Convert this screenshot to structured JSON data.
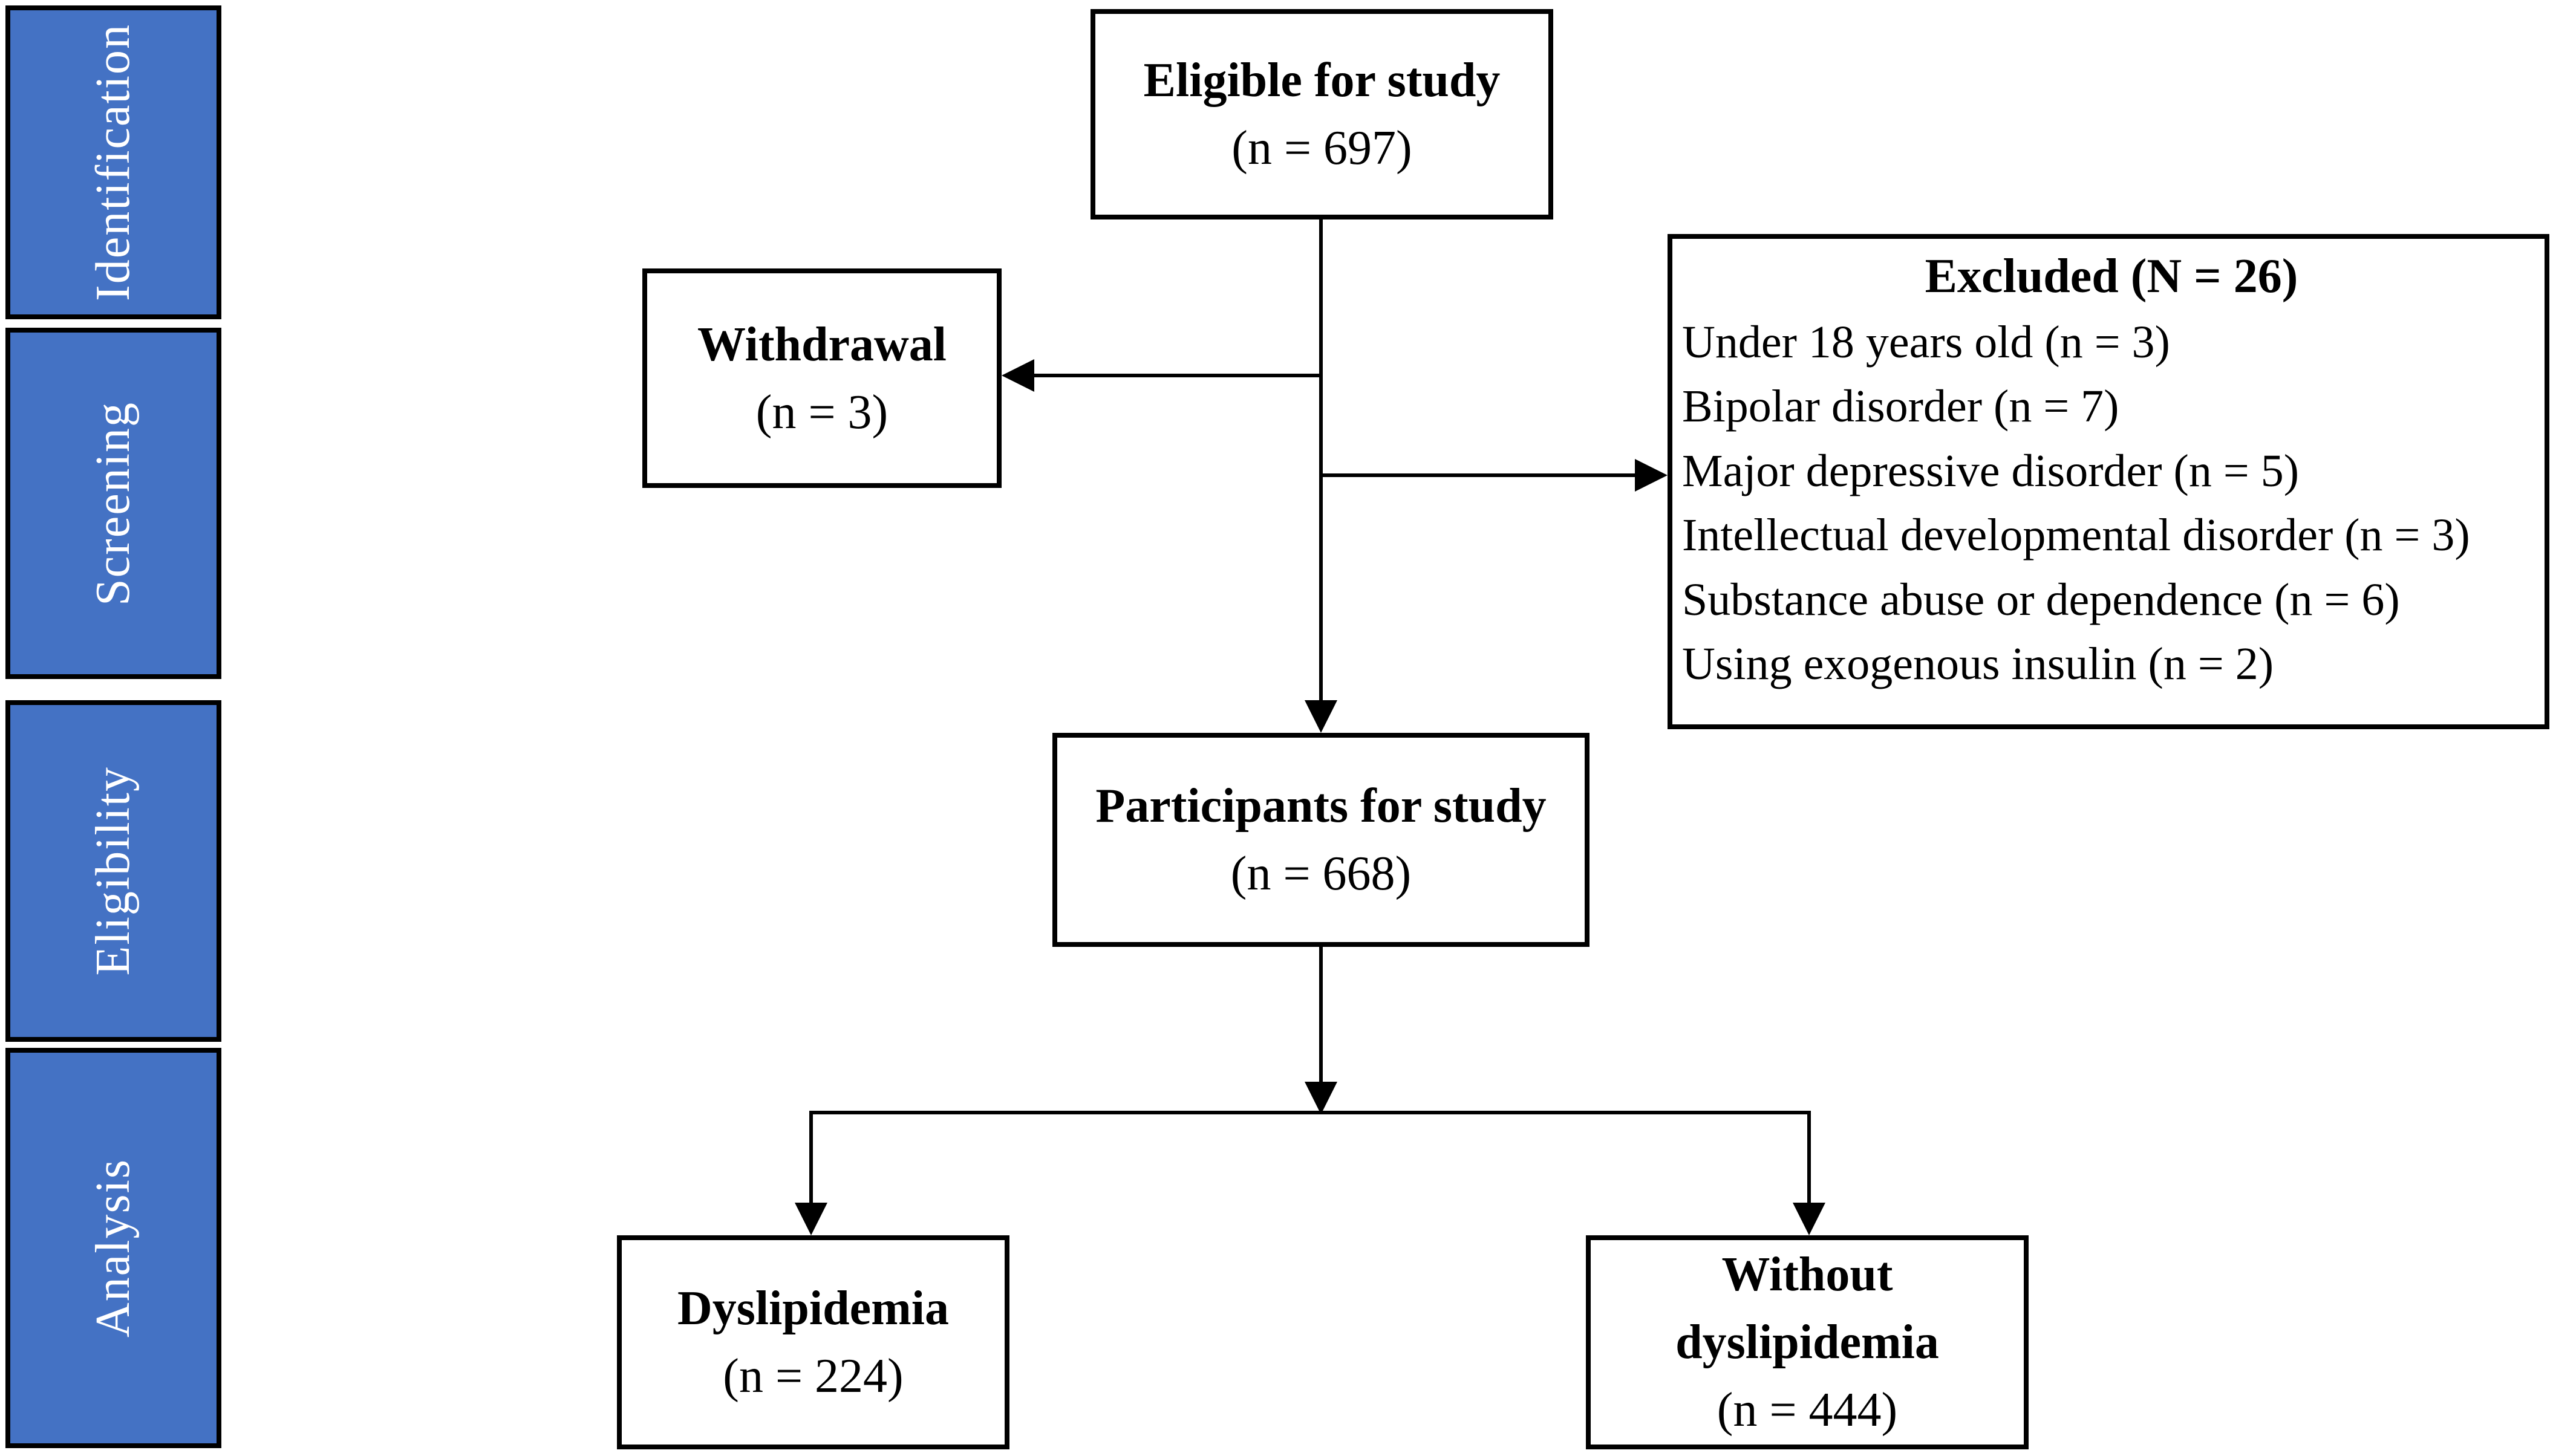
{
  "sidebar": {
    "items": [
      {
        "label": "Identification"
      },
      {
        "label": "Screening"
      },
      {
        "label": "Eligibility"
      },
      {
        "label": "Analysis"
      }
    ]
  },
  "boxes": {
    "eligible": {
      "title": "Eligible for study",
      "count": "(n = 697)"
    },
    "withdrawal": {
      "title": "Withdrawal",
      "count": "(n = 3)"
    },
    "excluded": {
      "title": "Excluded (N = 26)",
      "items": [
        "Under 18 years old (n = 3)",
        "Bipolar disorder (n = 7)",
        "Major depressive disorder (n = 5)",
        "Intellectual developmental disorder (n = 3)",
        "Substance abuse or dependence (n = 6)",
        "Using exogenous insulin (n = 2)"
      ]
    },
    "participants": {
      "title": "Participants for study",
      "count": "(n = 668)"
    },
    "dyslipidemia": {
      "title": "Dyslipidemia",
      "count": "(n = 224)"
    },
    "without_dyslipidemia": {
      "title": "Without dyslipidemia",
      "count": "(n = 444)"
    }
  },
  "colors": {
    "stage_fill": "#4472C4",
    "stage_text": "#FFFFFF",
    "line": "#000000",
    "box_bg": "#FFFFFF"
  }
}
